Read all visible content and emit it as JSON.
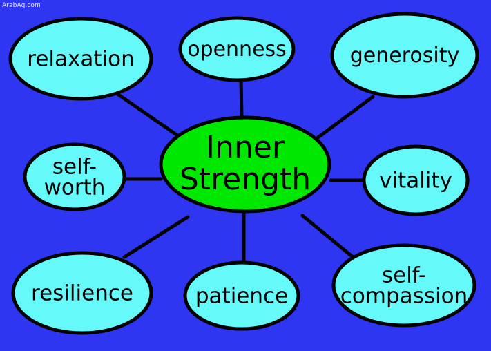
{
  "watermark": "ArabAq.com",
  "colors": {
    "background": "#2f36f2",
    "center_fill": "#00e800",
    "node_fill": "#66f9f9",
    "stroke": "#000000"
  },
  "diagram": {
    "center": {
      "lines": [
        "Inner",
        "Strength"
      ]
    },
    "nodes": [
      {
        "id": "relaxation",
        "lines": [
          "relaxation"
        ]
      },
      {
        "id": "openness",
        "lines": [
          "openness"
        ]
      },
      {
        "id": "generosity",
        "lines": [
          "generosity"
        ]
      },
      {
        "id": "self-worth",
        "lines": [
          "self-",
          "worth"
        ]
      },
      {
        "id": "vitality",
        "lines": [
          "vitality"
        ]
      },
      {
        "id": "resilience",
        "lines": [
          "resilience"
        ]
      },
      {
        "id": "patience",
        "lines": [
          "patience"
        ]
      },
      {
        "id": "self-compassion",
        "lines": [
          "self-",
          "compassion"
        ]
      }
    ]
  }
}
